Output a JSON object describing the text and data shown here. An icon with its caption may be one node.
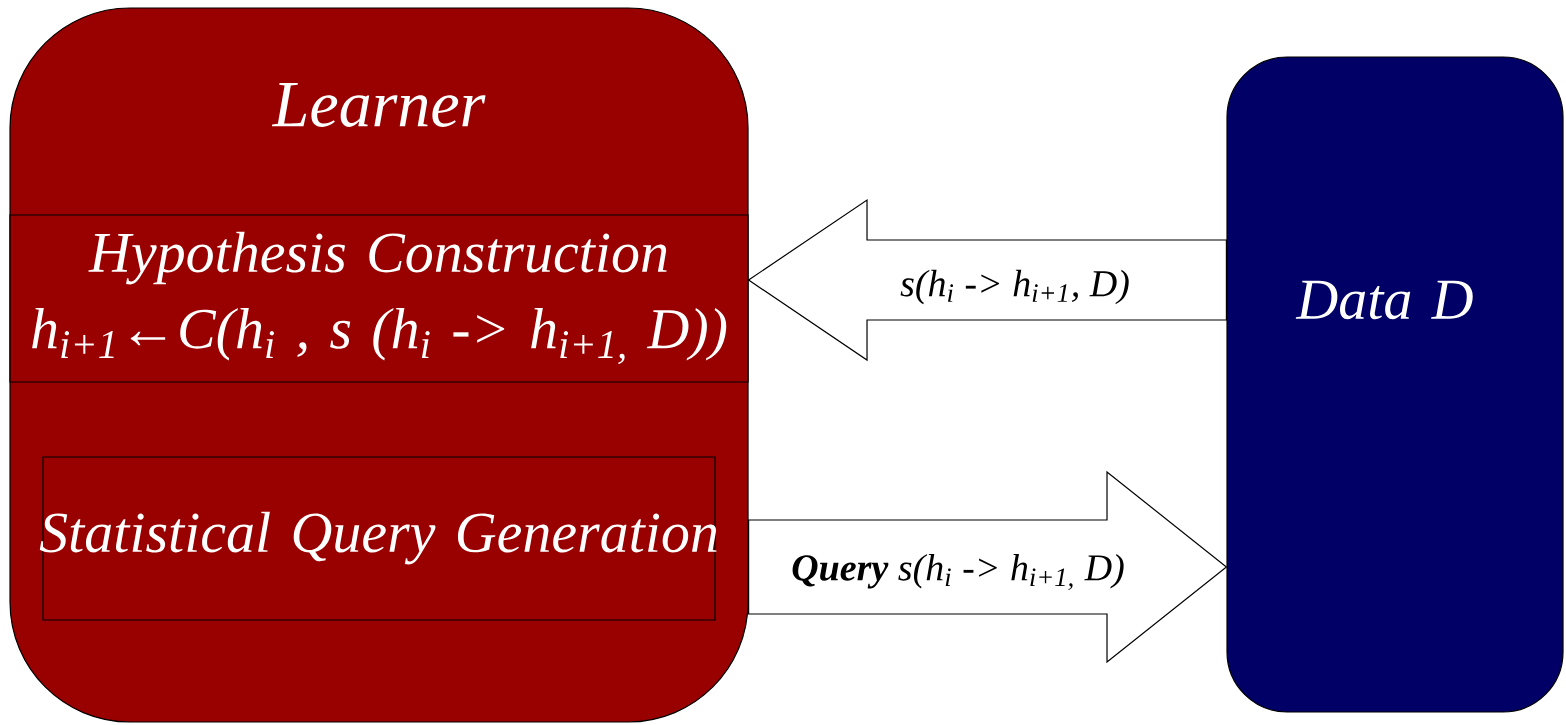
{
  "diagram": {
    "nodes": [
      {
        "text": [
          "Learner"
        ]
      },
      {
        "text": [
          "Hypothesis Construction",
          "h$_{i+1}$←C(h$_{i}$ , s (h$_{i}$ -> h$_{i+1,}$ D))"
        ],
        "in": 0
      },
      {
        "text": [
          "Statistical Query Generation"
        ],
        "in": 0
      },
      {
        "text": [
          "Data D"
        ]
      }
    ],
    "edges": [
      {
        "from": 3,
        "to": 1,
        "arrow": "to",
        "label": "s(h$_{i}$ -> h$_{i+1}$, D)"
      },
      {
        "from": 0,
        "to": 3,
        "arrow": "to",
        "label": "**Query** s(h$_{i}$ -> h$_{i+1,}$ D)"
      }
    ]
  }
}
